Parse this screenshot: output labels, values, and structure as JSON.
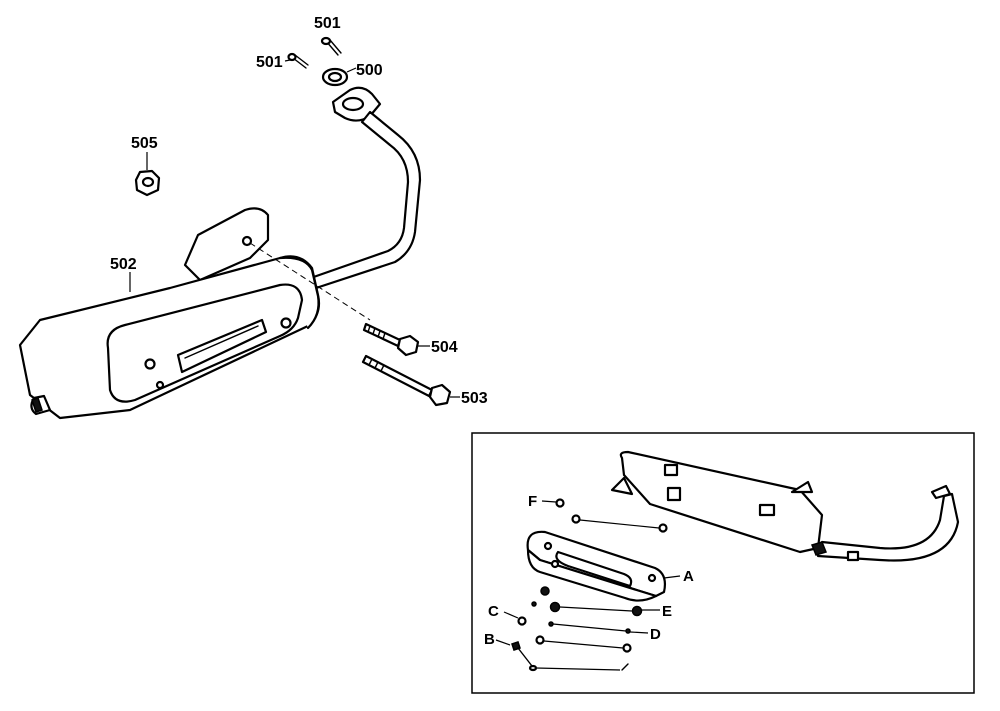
{
  "labels": {
    "p500": "500",
    "p501_top": "501",
    "p501_left": "501",
    "p502": "502",
    "p503": "503",
    "p504": "504",
    "p505": "505"
  },
  "inset": {
    "A": "A",
    "B": "B",
    "C": "C",
    "D": "D",
    "E": "E",
    "F": "F"
  }
}
